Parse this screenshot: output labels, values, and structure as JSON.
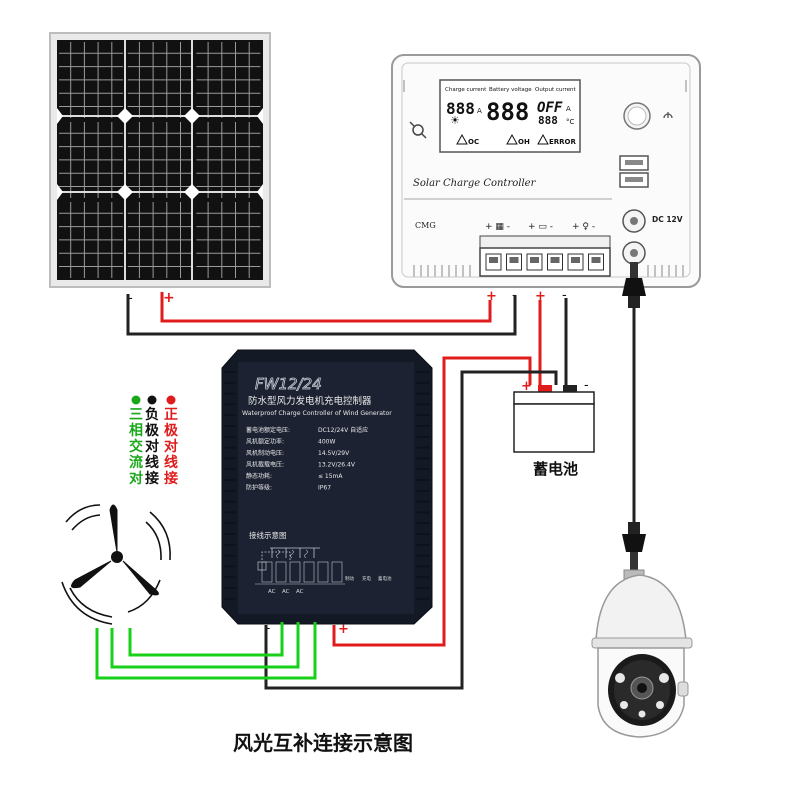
{
  "solar_panel": {
    "neg": "-",
    "pos": "+"
  },
  "controller": {
    "label_charge_current": "Charge current",
    "label_battery_voltage": "Battery voltage",
    "label_output_current": "Output current",
    "readout_charge": "888",
    "readout_battery": "888",
    "readout_output": "OFF",
    "unit_a1": "A",
    "unit_a2": "A",
    "unit_c": "°C",
    "status_oc": "OC",
    "status_oh": "OH",
    "status_error": "ERROR",
    "name": "Solar Charge Controller",
    "brand": "CMG",
    "dc_label": "DC 12V",
    "term_pv": "+ ▦ -",
    "term_batt": "+ ▭ -",
    "term_load": "+ ♀ -"
  },
  "terminal_signs": {
    "pv_pos": "+",
    "pv_neg": "-",
    "batt_pos": "+",
    "batt_neg": "-"
  },
  "battery": {
    "pos": "+",
    "neg": "-",
    "label": "蓄电池"
  },
  "wind_controller": {
    "model": "FW12/24",
    "title_cn": "防水型风力发电机充电控制器",
    "title_en": "Waterproof Charge Controller of Wind Generator",
    "specs": [
      {
        "k": "蓄电池额定电压:",
        "v": "DC12/24V 自适应"
      },
      {
        "k": "风机额定功率:",
        "v": "400W"
      },
      {
        "k": "风机制动电压:",
        "v": "14.5V/29V"
      },
      {
        "k": "风机截载电压:",
        "v": "13.2V/26.4V"
      },
      {
        "k": "静态功耗:",
        "v": "≤ 15mA"
      },
      {
        "k": "防护等级:",
        "v": "IP67"
      }
    ],
    "wiring_title": "接线示意图",
    "ac": [
      "AC",
      "AC",
      "AC"
    ],
    "term_labels": [
      "制动",
      "充电",
      "蓄电池"
    ],
    "neg": "-",
    "pos": "+"
  },
  "legend": [
    {
      "text": "三相交流对",
      "color": "#1aa81a"
    },
    {
      "text": "负极对线接",
      "color": "#111111"
    },
    {
      "text": "正极对线接",
      "color": "#e01b1b"
    }
  ],
  "caption": "风光互补连接示意图",
  "colors": {
    "red": "#e01b1b",
    "black": "#222222",
    "green": "#19d019"
  }
}
